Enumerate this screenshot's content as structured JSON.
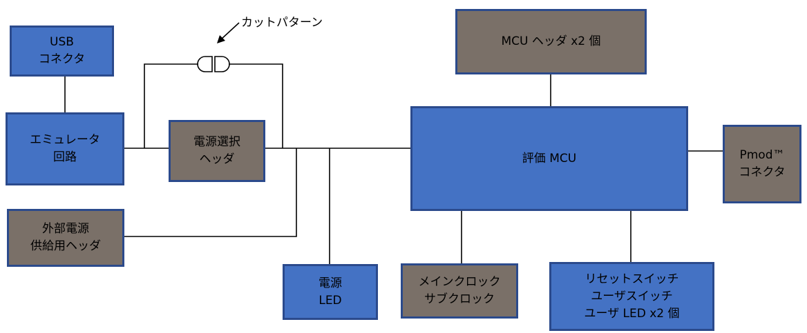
{
  "blocks": {
    "usb": {
      "line1": "USB",
      "line2": "コネクタ"
    },
    "emulator": {
      "line1": "エミュレータ",
      "line2": "回路"
    },
    "power_select": {
      "line1": "電源選択",
      "line2": "ヘッダ"
    },
    "ext_power": {
      "line1": "外部電源",
      "line2": "供給用ヘッダ"
    },
    "power_led": {
      "line1": "電源",
      "line2": "LED"
    },
    "mcu_header": {
      "line1": "MCU ヘッダ x2 個"
    },
    "mcu": {
      "line1": "評価 MCU"
    },
    "pmod": {
      "line1": "Pmod™",
      "line2": "コネクタ"
    },
    "clock": {
      "line1": "メインクロック",
      "line2": "サブクロック"
    },
    "switches": {
      "line1": "リセットスイッチ",
      "line2": "ユーザスイッチ",
      "line3": "ユーザ LED x2 個"
    }
  },
  "callout": {
    "label": "カットパターン"
  },
  "colors": {
    "blue_block": "#4472c4",
    "gray_block": "#7a7068",
    "border": "#2b4a8c"
  }
}
